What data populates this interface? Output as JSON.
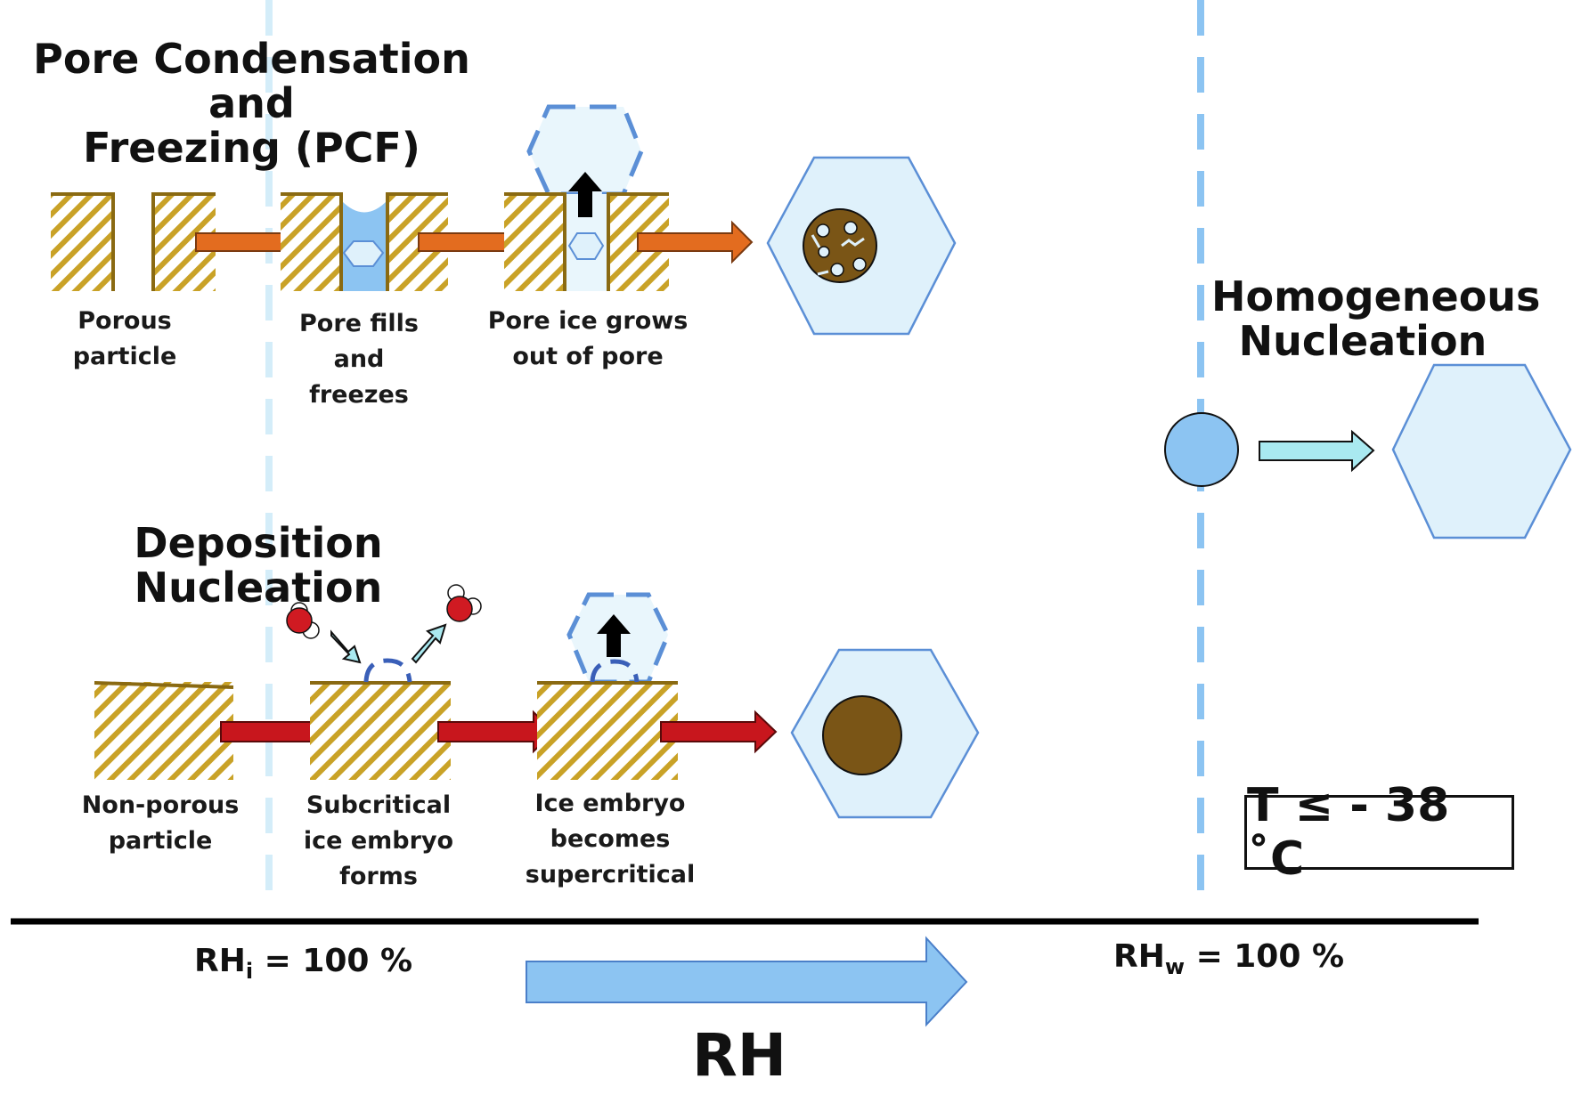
{
  "titles": {
    "pcf_line1": "Pore Condensation and",
    "pcf_line2": "Freezing (PCF)",
    "deposition": "Deposition Nucleation",
    "homog_line1": "Homogeneous",
    "homog_line2": "Nucleation"
  },
  "pcf_steps": [
    {
      "line1": "Porous",
      "line2": "particle"
    },
    {
      "line1": "Pore fills",
      "line2": "and",
      "line3": "freezes"
    },
    {
      "line1": "Pore ice grows",
      "line2": "out of pore"
    }
  ],
  "deposition_steps": [
    {
      "line1": "Non-porous",
      "line2": "particle"
    },
    {
      "line1": "Subcritical",
      "line2": "ice embryo",
      "line3": "forms"
    },
    {
      "line1": "Ice embryo",
      "line2": "becomes",
      "line3": "supercritical"
    }
  ],
  "axis": {
    "rhi_main": "RH",
    "rhi_sub": "i",
    "rhi_value": " = 100 %",
    "rhw_main": "RH",
    "rhw_sub": "w",
    "rhw_value": " = 100 %",
    "rh_label": "RH"
  },
  "temperature_label": "T ≤ - 38 ˚C",
  "colors": {
    "hatch": "#c9a227",
    "particle_brown": "#7a5516",
    "ice_fill": "#dff1fb",
    "ice_stroke": "#5b8fd6",
    "droplet": "#8cc4f2",
    "orange_arrow": "#e36c1f",
    "red_arrow": "#c8161d",
    "cyan_arrow": "#a9e9f0",
    "rh_arrow": "#8cc4f2",
    "dashed_light": "#d4edf9",
    "dashed_blue": "#8cc4f2"
  }
}
